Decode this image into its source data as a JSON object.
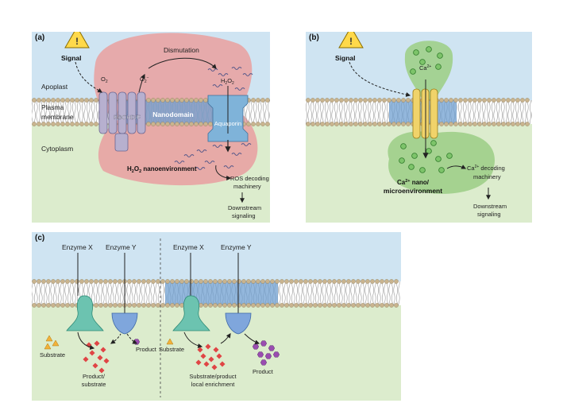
{
  "panel_a": {
    "letter": "(a)",
    "signal": "Signal",
    "apoplast": "Apoplast",
    "plasma": "Plasma",
    "membrane": "membrane",
    "cytoplasm": "Cytoplasm",
    "dismutation": "Dismutation",
    "o2": "O",
    "o2_sub": "2",
    "o2_minus": "O",
    "o2_minus_sub": "2",
    "o2_minus_sup": "−",
    "h2o2_top": "H",
    "h2o2_top_a": "2",
    "h2o2_top_b": "O",
    "h2o2_top_c": "2",
    "rboh": "RBOHD/F",
    "nanodomain": "Nanodomain",
    "aquaporin": "Aquaporin",
    "nanoenv_pre": "H",
    "nanoenv_sub1": "2",
    "nanoenv_mid": "O",
    "nanoenv_sub2": "2",
    "nanoenv_post": " nanoenvironment",
    "ros_decoding_1": "ROS decoding",
    "ros_decoding_2": "machinery",
    "downstream_1": "Downstream",
    "downstream_2": "signaling"
  },
  "panel_b": {
    "letter": "(b)",
    "signal": "Signal",
    "ca": "Ca",
    "ca_sup": "2+",
    "nano_1_pre": "Ca",
    "nano_1_sup": "2+",
    "nano_1_post": " nano/",
    "nano_2": "microenvironment",
    "decoding_1_pre": "Ca",
    "decoding_1_sup": "2+",
    "decoding_1_post": " decoding",
    "decoding_2": "machinery",
    "downstream_1": "Downstream",
    "downstream_2": "signaling"
  },
  "panel_c": {
    "letter": "(c)",
    "enzyme_x_left": "Enzyme X",
    "enzyme_y_left": "Enzyme Y",
    "substrate_left": "Substrate",
    "product_substrate_1": "Product/",
    "product_substrate_2": "substrate",
    "product_left": "Product",
    "enzyme_x_right": "Enzyme X",
    "enzyme_y_right": "Enzyme Y",
    "substrate_right": "Substrate",
    "enrichment_1": "Substrate/product",
    "enrichment_2": "local enrichment",
    "product_right": "Product"
  },
  "colors": {
    "apoplast": "#cfe4f2",
    "cytoplasm": "#dceccd",
    "ros_cloud": "#e8a3a3",
    "ca_cloud": "#9fcf8a",
    "nanodomain": "#6f9fd0",
    "lipid_head": "#c9b48f",
    "rboh": "#b7b0cf",
    "aquaporin": "#7fb3d9",
    "channel": "#f0d36a",
    "enzyme_x": "#6cc3b0",
    "enzyme_y": "#7fa6dc",
    "substrate": "#f2b23a",
    "intermediate": "#e04545",
    "product": "#9a4db0"
  }
}
